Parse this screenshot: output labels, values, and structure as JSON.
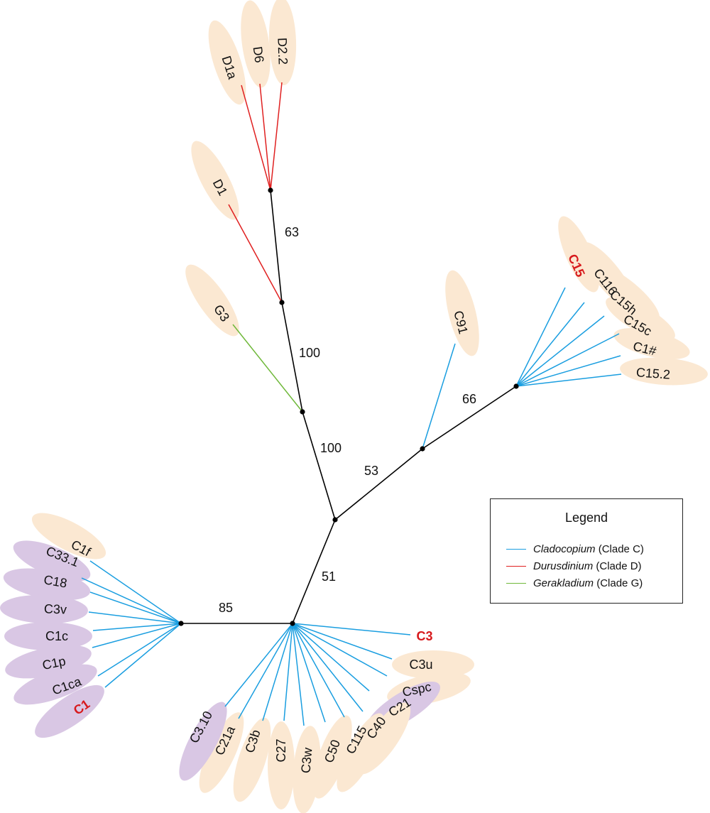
{
  "colors": {
    "clade_c": "#1a9ee0",
    "clade_d": "#e02020",
    "clade_g": "#6fb83a",
    "backbone": "#000000",
    "tan_ellipse": "#fbe8d2",
    "purple_ellipse": "#d9c7e4",
    "highlight_label": "#d7191c"
  },
  "tips": [
    {
      "id": "D1a",
      "label": "D1a",
      "clade": "D",
      "shade": "tan",
      "highlight": false
    },
    {
      "id": "D6",
      "label": "D6",
      "clade": "D",
      "shade": "tan",
      "highlight": false
    },
    {
      "id": "D2_2",
      "label": "D2.2",
      "clade": "D",
      "shade": "tan",
      "highlight": false
    },
    {
      "id": "D1",
      "label": "D1",
      "clade": "D",
      "shade": "tan",
      "highlight": false
    },
    {
      "id": "G3",
      "label": "G3",
      "clade": "G",
      "shade": "tan",
      "highlight": false
    },
    {
      "id": "C91",
      "label": "C91",
      "clade": "C",
      "shade": "tan",
      "highlight": false
    },
    {
      "id": "C15",
      "label": "C15",
      "clade": "C",
      "shade": "tan",
      "highlight": true
    },
    {
      "id": "C116",
      "label": "C116",
      "clade": "C",
      "shade": "tan",
      "highlight": false
    },
    {
      "id": "C15h",
      "label": "C15h",
      "clade": "C",
      "shade": "tan",
      "highlight": false
    },
    {
      "id": "C15c",
      "label": "C15c",
      "clade": "C",
      "shade": "tan",
      "highlight": false
    },
    {
      "id": "C1hash",
      "label": "C1#",
      "clade": "C",
      "shade": "tan",
      "highlight": false
    },
    {
      "id": "C15_2",
      "label": "C15.2",
      "clade": "C",
      "shade": "tan",
      "highlight": false
    },
    {
      "id": "C1f",
      "label": "C1f",
      "clade": "C",
      "shade": "tan",
      "highlight": false
    },
    {
      "id": "C33_1",
      "label": "C33.1",
      "clade": "C",
      "shade": "purple",
      "highlight": false
    },
    {
      "id": "C18",
      "label": "C18",
      "clade": "C",
      "shade": "purple",
      "highlight": false
    },
    {
      "id": "C3v",
      "label": "C3v",
      "clade": "C",
      "shade": "purple",
      "highlight": false
    },
    {
      "id": "C1c",
      "label": "C1c",
      "clade": "C",
      "shade": "purple",
      "highlight": false
    },
    {
      "id": "C1p",
      "label": "C1p",
      "clade": "C",
      "shade": "purple",
      "highlight": false
    },
    {
      "id": "C1ca",
      "label": "C1ca",
      "clade": "C",
      "shade": "purple",
      "highlight": false
    },
    {
      "id": "C1",
      "label": "C1",
      "clade": "C",
      "shade": "purple",
      "highlight": true
    },
    {
      "id": "C3",
      "label": "C3",
      "clade": "C",
      "shade": "none",
      "highlight": true
    },
    {
      "id": "C3u",
      "label": "C3u",
      "clade": "C",
      "shade": "tan",
      "highlight": false
    },
    {
      "id": "Cspc",
      "label": "Cspc",
      "clade": "C",
      "shade": "tan",
      "highlight": false
    },
    {
      "id": "C21",
      "label": "C21",
      "clade": "C",
      "shade": "purple",
      "highlight": false
    },
    {
      "id": "C40",
      "label": "C40",
      "clade": "C",
      "shade": "tan",
      "highlight": false
    },
    {
      "id": "C115",
      "label": "C115",
      "clade": "C",
      "shade": "tan",
      "highlight": false
    },
    {
      "id": "C50",
      "label": "C50",
      "clade": "C",
      "shade": "tan",
      "highlight": false
    },
    {
      "id": "C3w",
      "label": "C3w",
      "clade": "C",
      "shade": "tan",
      "highlight": false
    },
    {
      "id": "C27",
      "label": "C27",
      "clade": "C",
      "shade": "tan",
      "highlight": false
    },
    {
      "id": "C3b",
      "label": "C3b",
      "clade": "C",
      "shade": "tan",
      "highlight": false
    },
    {
      "id": "C21a",
      "label": "C21a",
      "clade": "C",
      "shade": "tan",
      "highlight": false
    },
    {
      "id": "C3_10",
      "label": "C3.10",
      "clade": "C",
      "shade": "purple",
      "highlight": false
    }
  ],
  "support_values": [
    {
      "id": "s63",
      "label": "63"
    },
    {
      "id": "s100a",
      "label": "100"
    },
    {
      "id": "s100b",
      "label": "100"
    },
    {
      "id": "s53",
      "label": "53"
    },
    {
      "id": "s66",
      "label": "66"
    },
    {
      "id": "s51",
      "label": "51"
    },
    {
      "id": "s85",
      "label": "85"
    }
  ],
  "legend": {
    "title": "Legend",
    "items": [
      {
        "genus": "Cladocopium",
        "clade": " (Clade C)",
        "color": "#1a9ee0"
      },
      {
        "genus": "Durusdinium",
        "clade": " (Clade D)",
        "color": "#e02020"
      },
      {
        "genus": "Gerakladium",
        "clade": " (Clade G)",
        "color": "#6fb83a"
      }
    ]
  }
}
